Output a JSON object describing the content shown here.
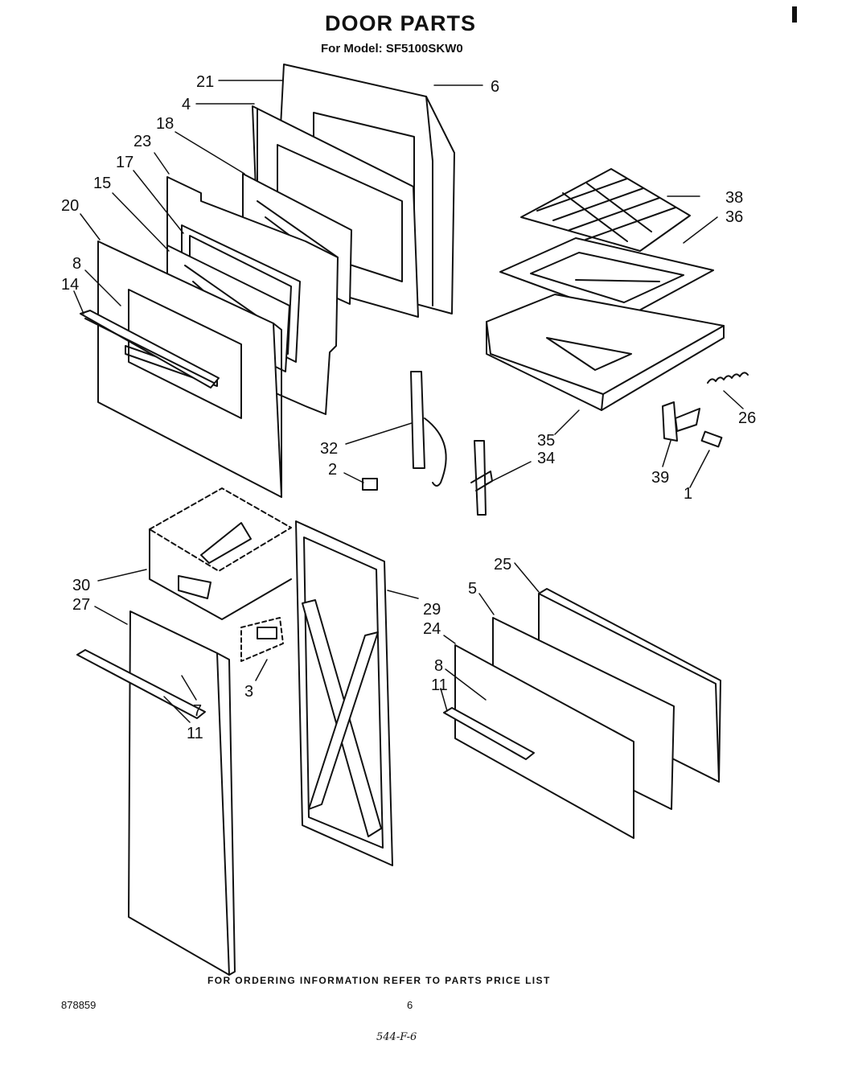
{
  "title": "DOOR PARTS",
  "subtitle": "For Model: SF5100SKW0",
  "footer": "FOR ORDERING INFORMATION REFER TO PARTS PRICE LIST",
  "doc_number": "878859",
  "page_number": "6",
  "handwritten_note": "544-F-6",
  "callouts": [
    "21",
    "4",
    "18",
    "23",
    "17",
    "15",
    "20",
    "8",
    "14",
    "6",
    "38",
    "36",
    "26",
    "35",
    "34",
    "32",
    "2",
    "39",
    "1",
    "30",
    "27",
    "29",
    "25",
    "5",
    "24",
    "8",
    "11",
    "3",
    "7",
    "11"
  ]
}
